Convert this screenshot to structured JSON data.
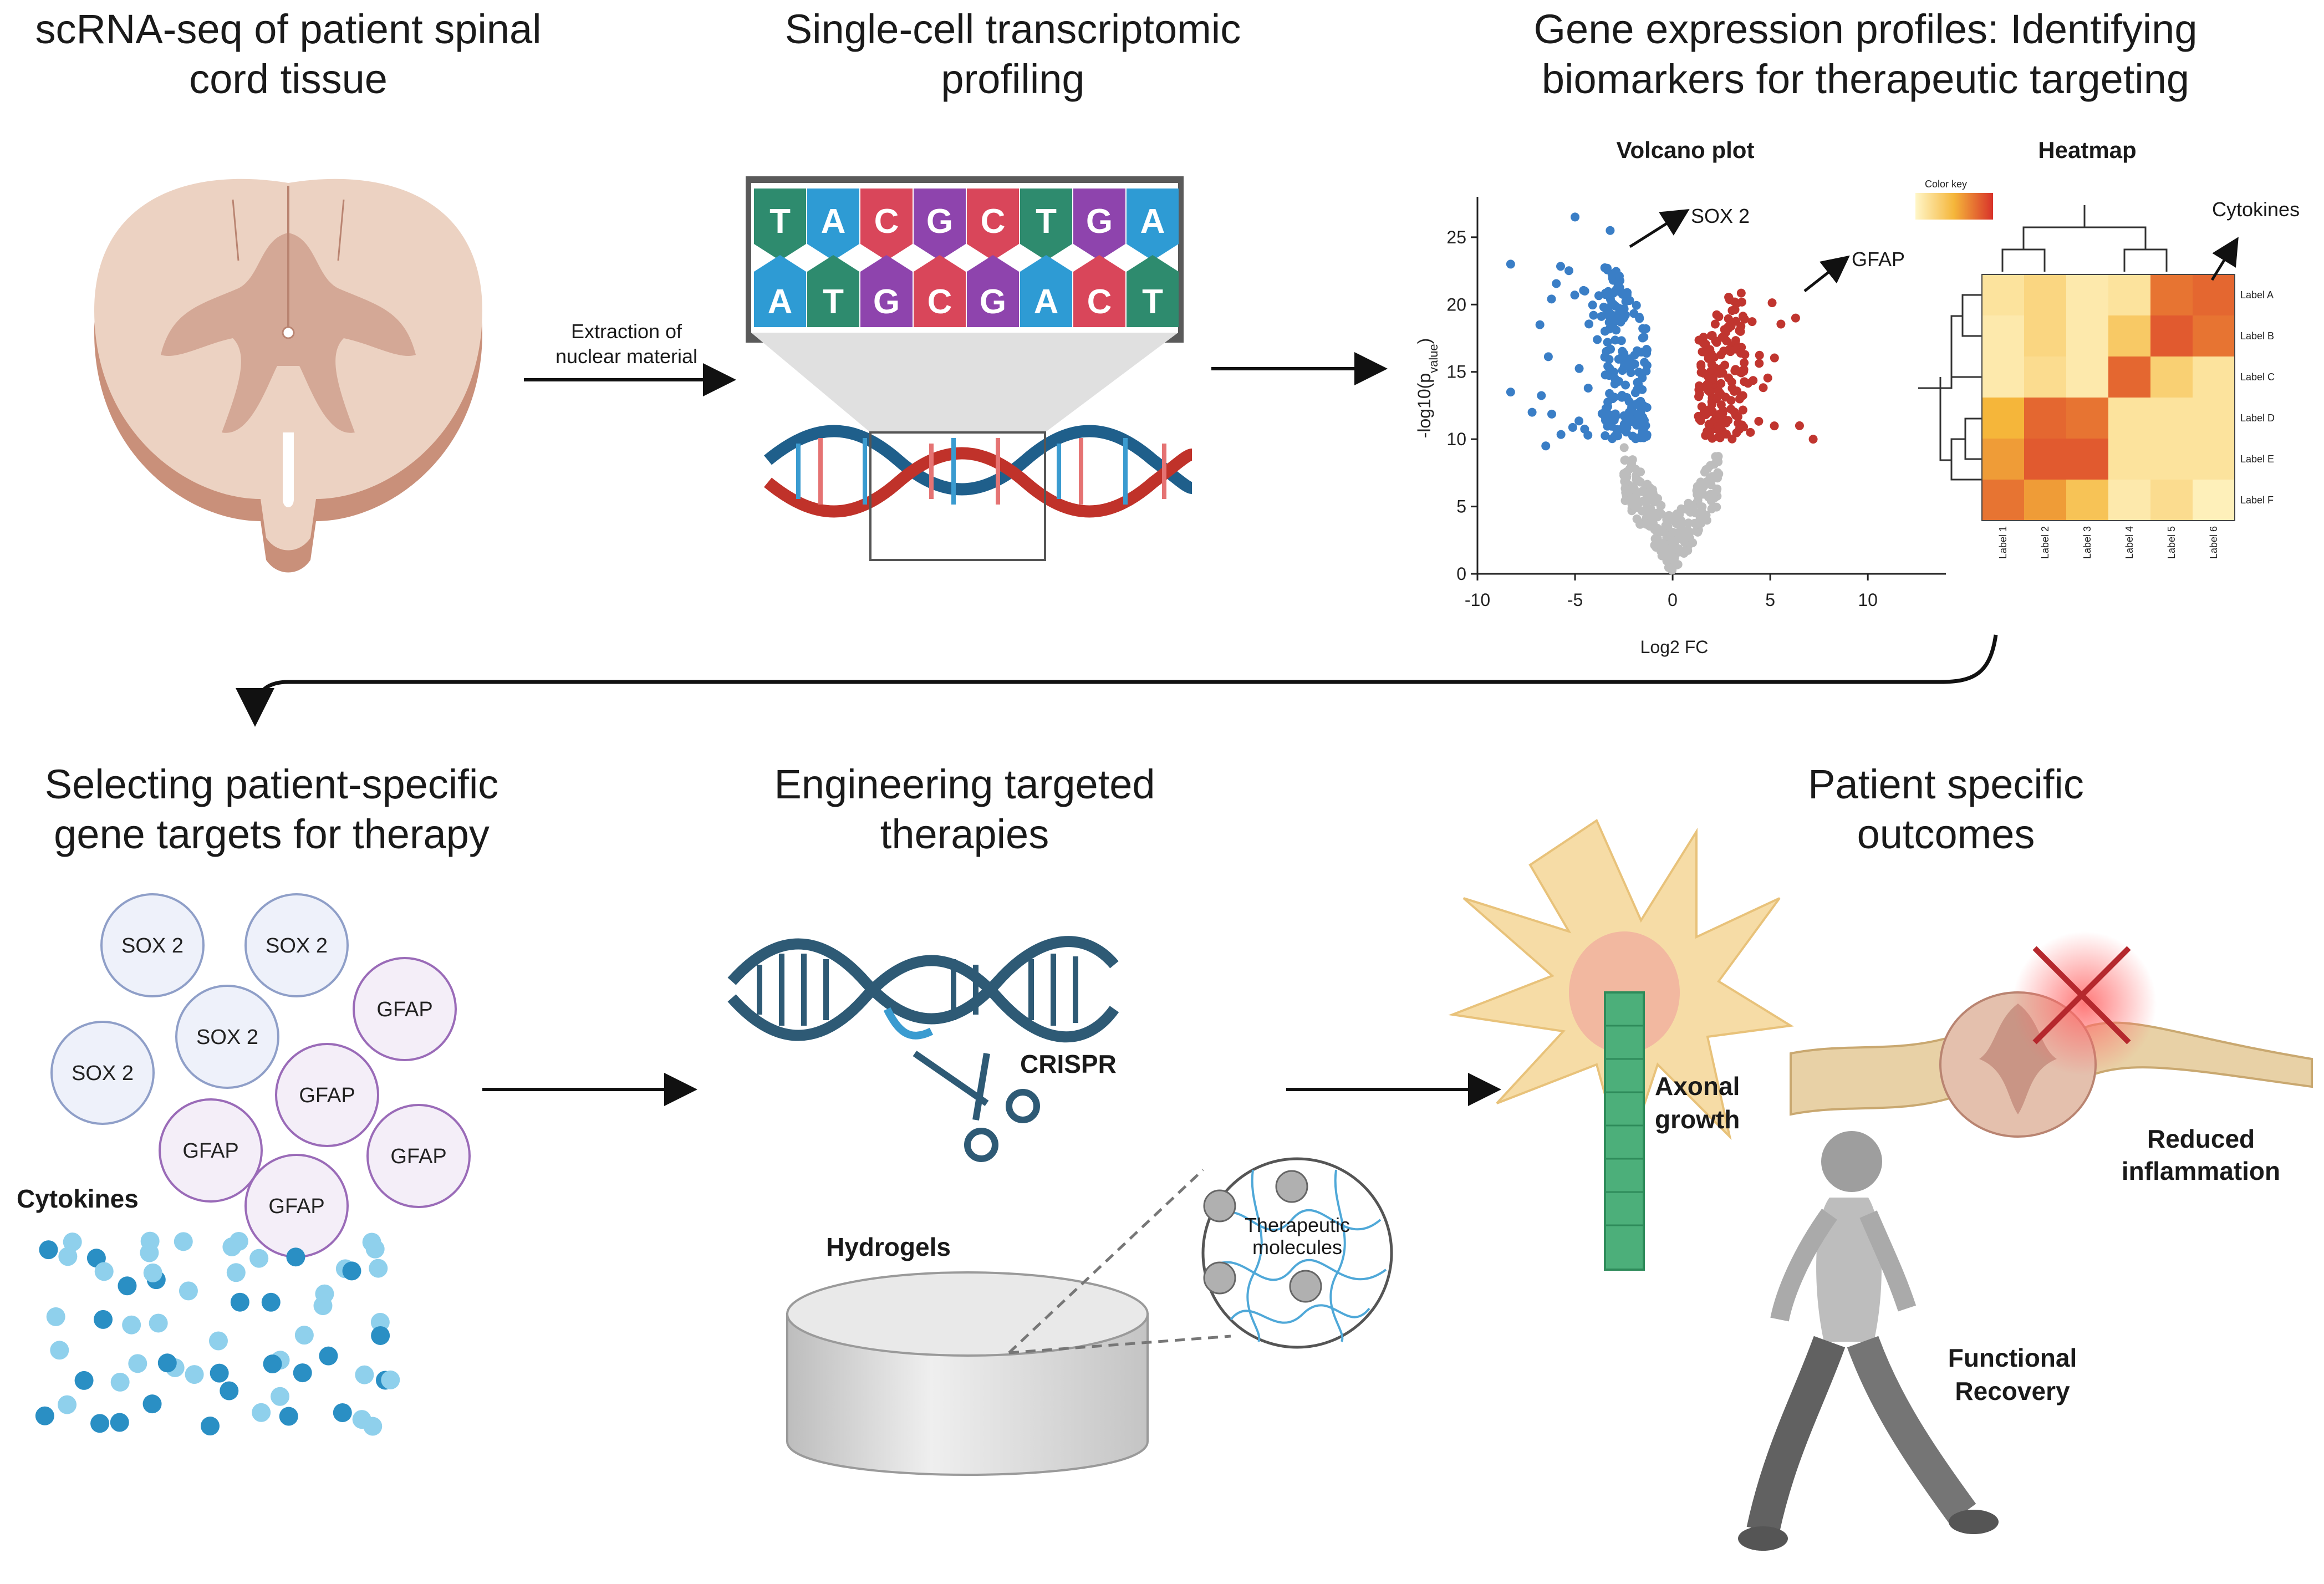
{
  "titles": {
    "panel1": [
      "scRNA-seq of patient spinal",
      "cord tissue"
    ],
    "panel2": [
      "Single-cell transcriptomic",
      "profiling"
    ],
    "panel3": [
      "Gene expression profiles: Identifying",
      "biomarkers for therapeutic targeting"
    ],
    "panel4": [
      "Selecting patient-specific",
      "gene targets for therapy"
    ],
    "panel5": [
      "Engineering targeted",
      "therapies"
    ],
    "panel6": [
      "Patient specific",
      "outcomes"
    ]
  },
  "extraction_label": [
    "Extraction of",
    "nuclear material"
  ],
  "dna_sequence": {
    "top": [
      "T",
      "A",
      "C",
      "G",
      "C",
      "T",
      "G",
      "A"
    ],
    "bottom": [
      "A",
      "T",
      "G",
      "C",
      "G",
      "A",
      "C",
      "T"
    ],
    "colors": {
      "T": "#2e8b6e",
      "A": "#2e9bd4",
      "C": "#d9465a",
      "G": "#8e44ad"
    }
  },
  "volcano": {
    "title": "Volcano plot",
    "xlabel": "Log2 FC",
    "ylabel": "-log10(p",
    "ylabel_sub": "value",
    "ylabel_close": ")",
    "xticks": [
      "-10",
      "-5",
      "0",
      "5",
      "10"
    ],
    "yticks": [
      "0",
      "5",
      "10",
      "15",
      "20",
      "25"
    ],
    "callouts": {
      "sox2": "SOX 2",
      "gfap": "GFAP"
    },
    "colors": {
      "down": "#3a7ec6",
      "up": "#c0352f",
      "ns": "#bdbdbd"
    }
  },
  "heatmap": {
    "title": "Heatmap",
    "color_key": "Color key",
    "callout": "Cytokines",
    "row_labels": [
      "Label A",
      "Label B",
      "Label C",
      "Label D",
      "Label E",
      "Label F"
    ],
    "col_labels": [
      "Label 1",
      "Label 2",
      "Label 3",
      "Label 4",
      "Label 5",
      "Label 6"
    ],
    "values": [
      [
        0.15,
        0.25,
        0.1,
        0.15,
        0.75,
        0.8
      ],
      [
        0.1,
        0.25,
        0.1,
        0.35,
        0.85,
        0.75
      ],
      [
        0.1,
        0.2,
        0.1,
        0.8,
        0.3,
        0.15
      ],
      [
        0.5,
        0.8,
        0.75,
        0.15,
        0.15,
        0.15
      ],
      [
        0.6,
        0.85,
        0.85,
        0.15,
        0.15,
        0.15
      ],
      [
        0.75,
        0.6,
        0.4,
        0.1,
        0.2,
        0.05
      ]
    ]
  },
  "targets": {
    "sox2_label": "SOX 2",
    "gfap_label": "GFAP",
    "cytokines_label": "Cytokines"
  },
  "therapies": {
    "crispr_label": "CRISPR",
    "hydrogels_label": "Hydrogels",
    "molecules_label": [
      "Therapeutic",
      "molecules"
    ]
  },
  "outcomes": {
    "axonal_label": [
      "Axonal",
      "growth"
    ],
    "inflammation_label": [
      "Reduced",
      "inflammation"
    ],
    "recovery_label": [
      "Functional",
      "Recovery"
    ]
  }
}
